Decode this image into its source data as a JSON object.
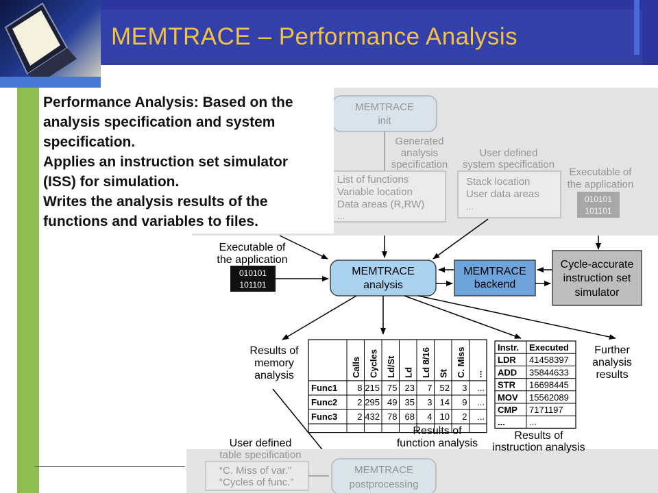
{
  "slide": {
    "title": "MEMTRACE – Performance Analysis",
    "description_lines": [
      "Performance Analysis: Based on the",
      "analysis specification and system",
      "specification.",
      "Applies an instruction set simulator",
      "(ISS) for simulation.",
      "Writes the analysis results of the",
      "functions and variables to files."
    ]
  },
  "diagram": {
    "init": {
      "line1": "MEMTRACE",
      "line2": "init"
    },
    "generated_spec": {
      "line1": "Generated",
      "line2": "analysis",
      "line3": "specification"
    },
    "user_spec": {
      "line1": "User defined",
      "line2": "system specification"
    },
    "exec_top": {
      "line1": "Executable of",
      "line2": "the application",
      "bin1": "010101",
      "bin2": "101101"
    },
    "func_list": [
      "List of  functions",
      "Variable location",
      "Data areas (R,RW)",
      "..."
    ],
    "sys_list": [
      "Stack location",
      "User data areas",
      "..."
    ],
    "exec_left": {
      "line1": "Executable of",
      "line2": "the application",
      "bin1": "010101",
      "bin2": "101101"
    },
    "analysis": {
      "line1": "MEMTRACE",
      "line2": "analysis"
    },
    "backend": {
      "line1": "MEMTRACE",
      "line2": "backend"
    },
    "iss": {
      "line1": "Cycle-accurate",
      "line2": "instruction set",
      "line3": "simulator"
    },
    "mem_results": {
      "line1": "Results of",
      "line2": "memory",
      "line3": "analysis"
    },
    "further": {
      "line1": "Further",
      "line2": "analysis",
      "line3": "results"
    },
    "func_table": {
      "headers": [
        "Calls",
        "Cycles",
        "Ld/St",
        "Ld",
        "Ld 8/16",
        "St",
        "C. Miss",
        "..."
      ],
      "rows": [
        {
          "name": "Func1",
          "values": [
            "8",
            "215",
            "75",
            "23",
            "7",
            "52",
            "3",
            "..."
          ]
        },
        {
          "name": "Func2",
          "values": [
            "2",
            "295",
            "49",
            "35",
            "3",
            "14",
            "9",
            "..."
          ]
        },
        {
          "name": "Func3",
          "values": [
            "2",
            "432",
            "78",
            "68",
            "4",
            "10",
            "2",
            "..."
          ]
        }
      ],
      "caption1": "Results of",
      "caption2": "function analysis"
    },
    "instr_table": {
      "headers": [
        "Instr.",
        "Executed"
      ],
      "rows": [
        [
          "LDR",
          "41458397"
        ],
        [
          "ADD",
          "35844633"
        ],
        [
          "STR",
          "16698445"
        ],
        [
          "MOV",
          "15562089"
        ],
        [
          "CMP",
          "7171197"
        ],
        [
          "...",
          "..."
        ]
      ],
      "caption1": "Results of",
      "caption2": "instruction analysis"
    },
    "user_table_spec": {
      "line1": "User defined",
      "line2": "table specification",
      "item1": "“C. Miss of var.”",
      "item2": "“Cycles of func.”"
    },
    "post": {
      "line1": "MEMTRACE",
      "line2": "postprocessing"
    }
  },
  "colors": {
    "header_bg": "#2d36a0",
    "title": "#f2c240",
    "accent_green": "#8fbe50",
    "box_blue": "#a8d2f0",
    "backend_blue": "#6fa3dc",
    "iss_gray": "#bdbdbd"
  }
}
